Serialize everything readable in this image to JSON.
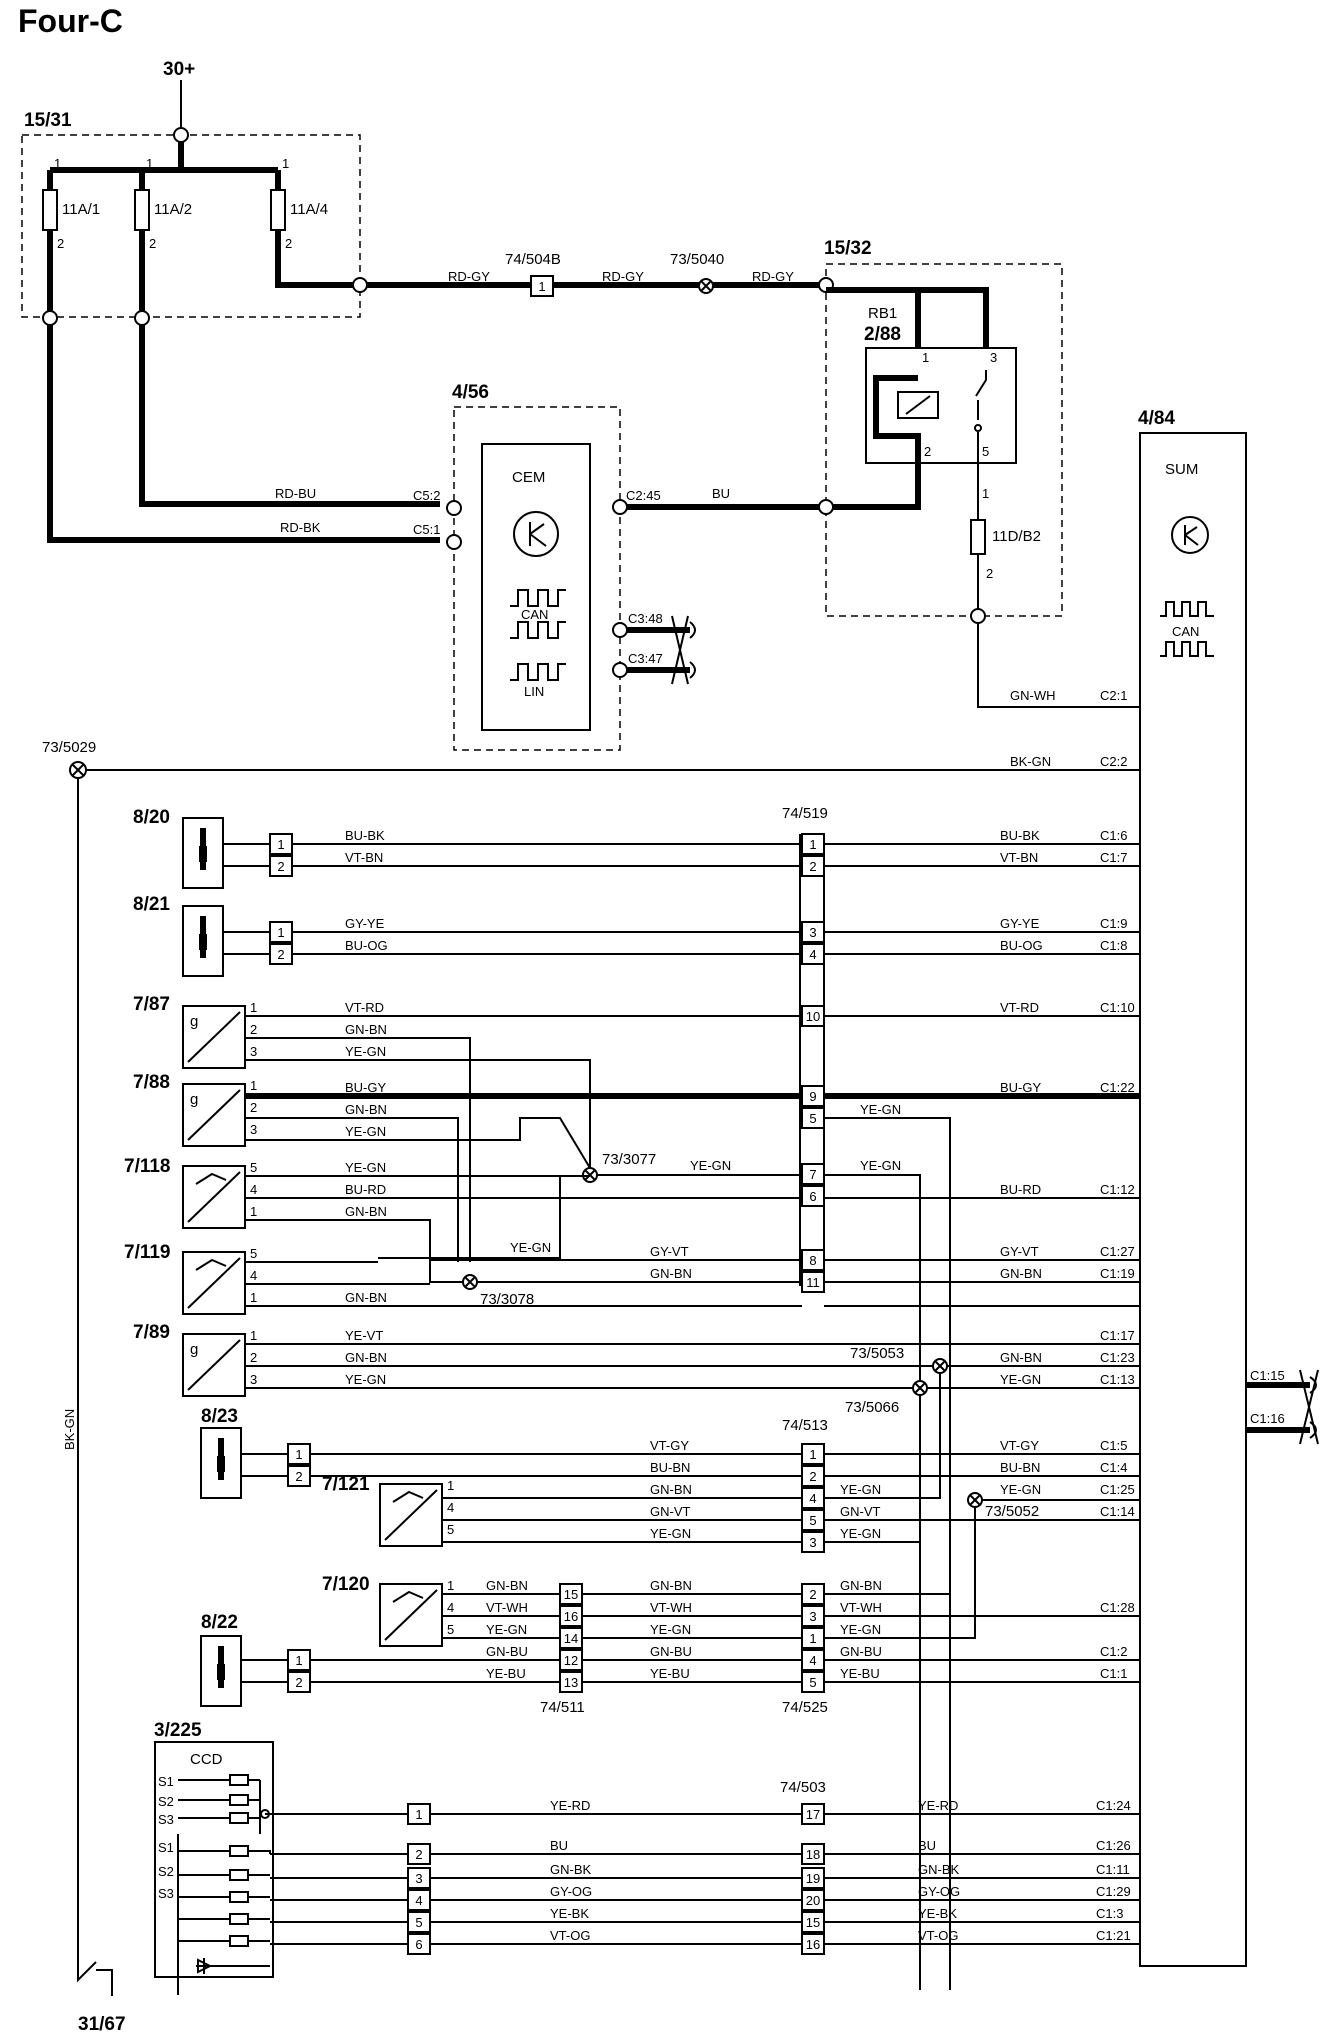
{
  "title": "Four-C",
  "supply": "30+",
  "ground": "31/67",
  "fusebox": {
    "id": "15/31",
    "fuses": [
      "11A/1",
      "11A/2",
      "11A/4"
    ],
    "pin_in": "1",
    "pin_out": "2"
  },
  "connectors": {
    "c74_504b": "74/504B",
    "pin_1": "1",
    "c73_5040": "73/5040",
    "c73_5029": "73/5029",
    "c74_519": "74/519",
    "c74_513": "74/513",
    "c74_511": "74/511",
    "c74_525": "74/525",
    "c74_503": "74/503",
    "c73_3077": "73/3077",
    "c73_3078": "73/3078",
    "c73_5053": "73/5053",
    "c73_5066": "73/5066",
    "c73_5052": "73/5052"
  },
  "relay_box": {
    "id": "15/32",
    "relay": "RB1",
    "relay_id": "2/88",
    "pins": [
      "1",
      "3",
      "2",
      "5"
    ],
    "fuse": "11D/B2",
    "fuse_pins": [
      "1",
      "2"
    ]
  },
  "cem": {
    "id": "4/56",
    "name": "CEM",
    "can": "CAN",
    "lin": "LIN",
    "pins": [
      "C5:2",
      "C5:1",
      "C2:45",
      "C3:48",
      "C3:47"
    ]
  },
  "sum": {
    "id": "4/84",
    "name": "SUM",
    "can": "CAN",
    "pins": [
      "C2:1",
      "C2:2",
      "C1:6",
      "C1:7",
      "C1:9",
      "C1:8",
      "C1:10",
      "C1:22",
      "C1:12",
      "C1:27",
      "C1:19",
      "C1:17",
      "C1:23",
      "C1:13",
      "C1:15",
      "C1:16",
      "C1:5",
      "C1:4",
      "C1:25",
      "C1:14",
      "C1:28",
      "C1:2",
      "C1:1",
      "C1:24",
      "C1:26",
      "C1:11",
      "C1:29",
      "C1:3",
      "C1:21"
    ]
  },
  "wires": {
    "rd_gy": "RD-GY",
    "rd_bu": "RD-BU",
    "rd_bk": "RD-BK",
    "bu": "BU",
    "gn_wh": "GN-WH",
    "bk_gn": "BK-GN",
    "bu_bk": "BU-BK",
    "vt_bn": "VT-BN",
    "gy_ye": "GY-YE",
    "bu_og": "BU-OG",
    "vt_rd": "VT-RD",
    "gn_bn": "GN-BN",
    "ye_gn": "YE-GN",
    "bu_gy": "BU-GY",
    "bu_rd": "BU-RD",
    "gy_vt": "GY-VT",
    "ye_vt": "YE-VT",
    "vt_gy": "VT-GY",
    "bu_bn": "BU-BN",
    "gn_vt": "GN-VT",
    "vt_wh": "VT-WH",
    "gn_bu": "GN-BU",
    "ye_bu": "YE-BU",
    "ye_rd": "YE-RD",
    "gn_bk": "GN-BK",
    "gy_og": "GY-OG",
    "ye_bk": "YE-BK",
    "vt_og": "VT-OG"
  },
  "components": {
    "c8_20": "8/20",
    "c8_21": "8/21",
    "c7_87": "7/87",
    "c7_88": "7/88",
    "c7_118": "7/118",
    "c7_119": "7/119",
    "c7_89": "7/89",
    "c8_23": "8/23",
    "c7_121": "7/121",
    "c7_120": "7/120",
    "c8_22": "8/22",
    "c3_225": "3/225",
    "ccd": "CCD",
    "g": "g"
  },
  "ccd_switches": [
    "S1",
    "S2",
    "S3",
    "S1",
    "S2",
    "S3"
  ],
  "pin_numbers": [
    "1",
    "2",
    "3",
    "4",
    "5",
    "6",
    "7",
    "8",
    "9",
    "10",
    "11",
    "12",
    "13",
    "14",
    "15",
    "16",
    "17",
    "18",
    "19",
    "20"
  ]
}
